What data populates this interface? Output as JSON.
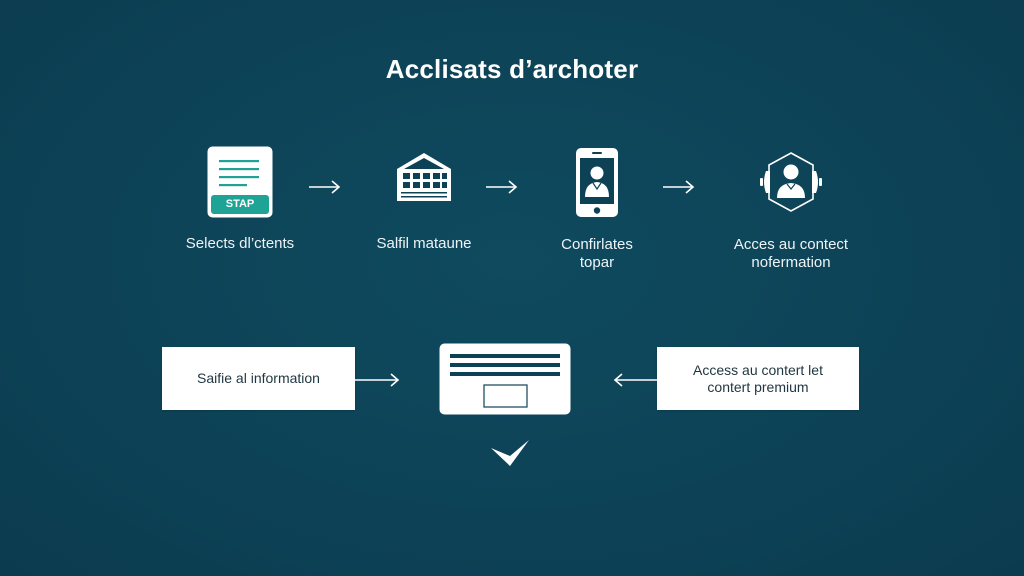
{
  "title": "Acclisats d’archoter",
  "colors": {
    "background": "#0d4256",
    "foreground": "#ffffff",
    "accent": "#1fa394",
    "box_text": "#1f3640"
  },
  "steps": [
    {
      "icon": "document-stamp-icon",
      "badge": "STAP",
      "label_line1": "Selects dl’ctents",
      "label_line2": ""
    },
    {
      "icon": "building-icon",
      "label_line1": "Salfil mataune",
      "label_line2": ""
    },
    {
      "icon": "smartphone-user-icon",
      "label_line1": "Confirlates",
      "label_line2": "topar"
    },
    {
      "icon": "hexagon-user-icon",
      "label_line1": "Acces au contect",
      "label_line2": "nofermation"
    }
  ],
  "flow_arrows_top": [
    "arrow-right-icon",
    "arrow-right-icon",
    "arrow-right-icon"
  ],
  "bottom": {
    "left_box": {
      "text": "Saifie al information"
    },
    "center_card": {
      "icon": "form-card-icon"
    },
    "right_box": {
      "line1": "Access au contert let",
      "line2": "contert premium"
    },
    "checkmark": {
      "icon": "checkmark-icon"
    }
  }
}
